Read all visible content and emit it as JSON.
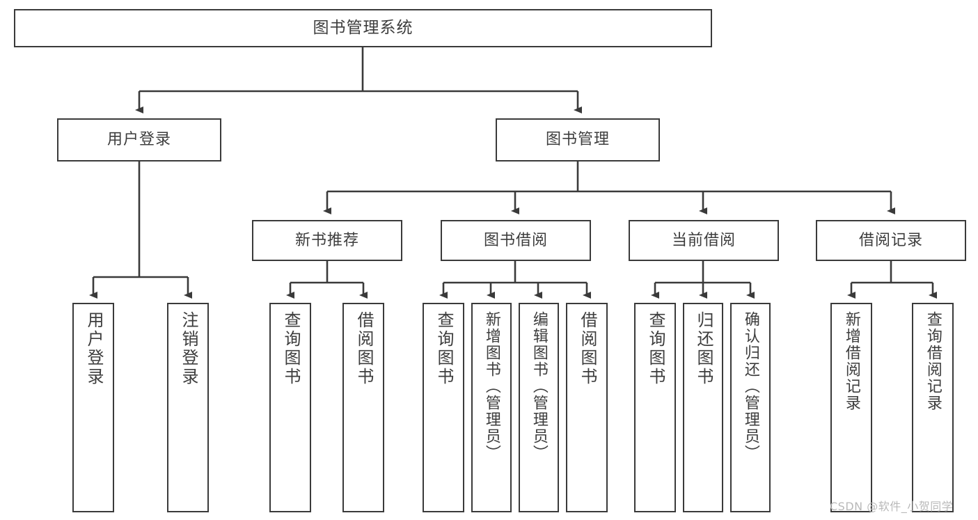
{
  "diagram": {
    "title": "图书管理系统",
    "type": "tree",
    "root": {
      "label": "图书管理系统"
    },
    "level2": [
      {
        "label": "用户登录"
      },
      {
        "label": "图书管理"
      }
    ],
    "level3": [
      {
        "label": "新书推荐"
      },
      {
        "label": "图书借阅"
      },
      {
        "label": "当前借阅"
      },
      {
        "label": "借阅记录"
      }
    ],
    "leaves": {
      "user_login": [
        {
          "label": "用户登录"
        },
        {
          "label": "注销登录"
        }
      ],
      "new_book_recommend": [
        {
          "label": "查询图书"
        },
        {
          "label": "借阅图书"
        }
      ],
      "book_borrow": [
        {
          "label": "查询图书"
        },
        {
          "label": "新增图书（管理员）"
        },
        {
          "label": "编辑图书（管理员）"
        },
        {
          "label": "借阅图书"
        }
      ],
      "current_borrow": [
        {
          "label": "查询图书"
        },
        {
          "label": "归还图书"
        },
        {
          "label": "确认归还（管理员）"
        }
      ],
      "borrow_record": [
        {
          "label": "新增借阅记录"
        },
        {
          "label": "查询借阅记录"
        }
      ]
    }
  },
  "watermark": {
    "text": "CSDN @软件_小贺同学"
  },
  "colors": {
    "background": "#ffffff",
    "box_border": "#3a3a3a",
    "box_fill": "#ffffff",
    "text": "#3d3d3d",
    "connector": "#3a3a3a",
    "watermark": "#b9b9b9"
  }
}
